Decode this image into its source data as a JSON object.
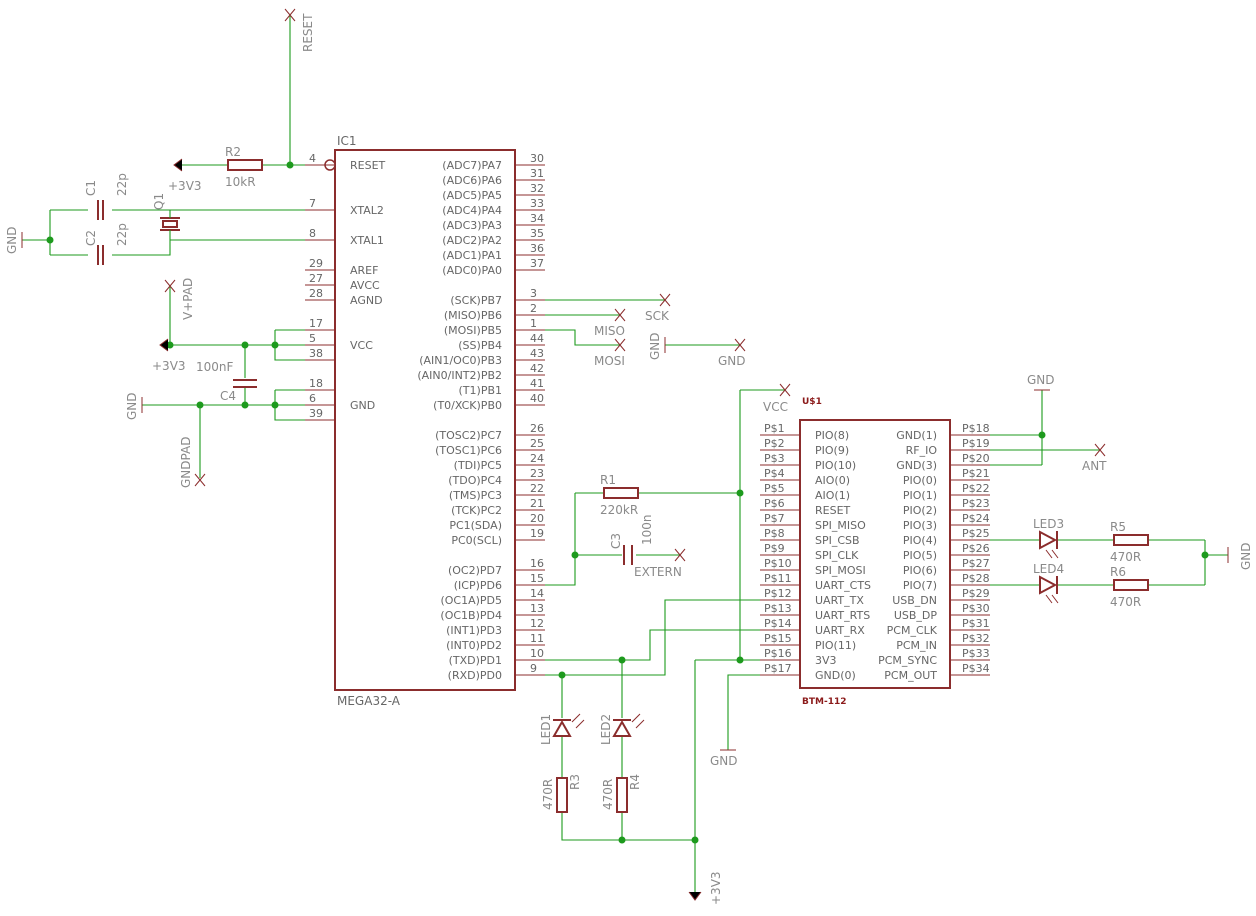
{
  "ic1": {
    "ref": "IC1",
    "value": "MEGA32-A",
    "left_pins": [
      {
        "num": "4",
        "name": "RESET"
      },
      {
        "num": "7",
        "name": "XTAL2"
      },
      {
        "num": "8",
        "name": "XTAL1"
      },
      {
        "num": "29",
        "name": "AREF"
      },
      {
        "num": "27",
        "name": "AVCC"
      },
      {
        "num": "28",
        "name": "AGND"
      },
      {
        "num": "17",
        "name": ""
      },
      {
        "num": "5",
        "name": "VCC"
      },
      {
        "num": "38",
        "name": ""
      },
      {
        "num": "18",
        "name": ""
      },
      {
        "num": "6",
        "name": "GND"
      },
      {
        "num": "39",
        "name": ""
      }
    ],
    "right_pins": [
      {
        "num": "30",
        "name": "(ADC7)PA7"
      },
      {
        "num": "31",
        "name": "(ADC6)PA6"
      },
      {
        "num": "32",
        "name": "(ADC5)PA5"
      },
      {
        "num": "33",
        "name": "(ADC4)PA4"
      },
      {
        "num": "34",
        "name": "(ADC3)PA3"
      },
      {
        "num": "35",
        "name": "(ADC2)PA2"
      },
      {
        "num": "36",
        "name": "(ADC1)PA1"
      },
      {
        "num": "37",
        "name": "(ADC0)PA0"
      },
      {
        "num": "3",
        "name": "(SCK)PB7"
      },
      {
        "num": "2",
        "name": "(MISO)PB6"
      },
      {
        "num": "1",
        "name": "(MOSI)PB5"
      },
      {
        "num": "44",
        "name": "(SS)PB4"
      },
      {
        "num": "43",
        "name": "(AIN1/OC0)PB3"
      },
      {
        "num": "42",
        "name": "(AIN0/INT2)PB2"
      },
      {
        "num": "41",
        "name": "(T1)PB1"
      },
      {
        "num": "40",
        "name": "(T0/XCK)PB0"
      },
      {
        "num": "26",
        "name": "(TOSC2)PC7"
      },
      {
        "num": "25",
        "name": "(TOSC1)PC6"
      },
      {
        "num": "24",
        "name": "(TDI)PC5"
      },
      {
        "num": "23",
        "name": "(TDO)PC4"
      },
      {
        "num": "22",
        "name": "(TMS)PC3"
      },
      {
        "num": "21",
        "name": "(TCK)PC2"
      },
      {
        "num": "20",
        "name": "PC1(SDA)"
      },
      {
        "num": "19",
        "name": "PC0(SCL)"
      },
      {
        "num": "16",
        "name": "(OC2)PD7"
      },
      {
        "num": "15",
        "name": "(ICP)PD6"
      },
      {
        "num": "14",
        "name": "(OC1A)PD5"
      },
      {
        "num": "13",
        "name": "(OC1B)PD4"
      },
      {
        "num": "12",
        "name": "(INT1)PD3"
      },
      {
        "num": "11",
        "name": "(INT0)PD2"
      },
      {
        "num": "10",
        "name": "(TXD)PD1"
      },
      {
        "num": "9",
        "name": "(RXD)PD0"
      }
    ]
  },
  "u1": {
    "ref": "U$1",
    "value": "BTM-112",
    "left_pins": [
      {
        "pad": "P$1",
        "name": "PIO(8)"
      },
      {
        "pad": "P$2",
        "name": "PIO(9)"
      },
      {
        "pad": "P$3",
        "name": "PIO(10)"
      },
      {
        "pad": "P$4",
        "name": "AIO(0)"
      },
      {
        "pad": "P$5",
        "name": "AIO(1)"
      },
      {
        "pad": "P$6",
        "name": "RESET"
      },
      {
        "pad": "P$7",
        "name": "SPI_MISO"
      },
      {
        "pad": "P$8",
        "name": "SPI_CSB"
      },
      {
        "pad": "P$9",
        "name": "SPI_CLK"
      },
      {
        "pad": "P$10",
        "name": "SPI_MOSI"
      },
      {
        "pad": "P$11",
        "name": "UART_CTS"
      },
      {
        "pad": "P$12",
        "name": "UART_TX"
      },
      {
        "pad": "P$13",
        "name": "UART_RTS"
      },
      {
        "pad": "P$14",
        "name": "UART_RX"
      },
      {
        "pad": "P$15",
        "name": "PIO(11)"
      },
      {
        "pad": "P$16",
        "name": "3V3"
      },
      {
        "pad": "P$17",
        "name": "GND(0)"
      }
    ],
    "right_pins": [
      {
        "pad": "P$18",
        "name": "GND(1)"
      },
      {
        "pad": "P$19",
        "name": "RF_IO"
      },
      {
        "pad": "P$20",
        "name": "GND(3)"
      },
      {
        "pad": "P$21",
        "name": "PIO(0)"
      },
      {
        "pad": "P$22",
        "name": "PIO(1)"
      },
      {
        "pad": "P$23",
        "name": "PIO(2)"
      },
      {
        "pad": "P$24",
        "name": "PIO(3)"
      },
      {
        "pad": "P$25",
        "name": "PIO(4)"
      },
      {
        "pad": "P$26",
        "name": "PIO(5)"
      },
      {
        "pad": "P$27",
        "name": "PIO(6)"
      },
      {
        "pad": "P$28",
        "name": "PIO(7)"
      },
      {
        "pad": "P$29",
        "name": "USB_DN"
      },
      {
        "pad": "P$30",
        "name": "USB_DP"
      },
      {
        "pad": "P$31",
        "name": "PCM_CLK"
      },
      {
        "pad": "P$32",
        "name": "PCM_IN"
      },
      {
        "pad": "P$33",
        "name": "PCM_SYNC"
      },
      {
        "pad": "P$34",
        "name": "PCM_OUT"
      }
    ]
  },
  "parts": {
    "r2": {
      "ref": "R2",
      "value": "10kR"
    },
    "c1": {
      "ref": "C1",
      "value": "22p"
    },
    "c2": {
      "ref": "C2",
      "value": "22p"
    },
    "q1": {
      "ref": "Q1"
    },
    "c4": {
      "ref": "C4",
      "value": "100nF"
    },
    "r1": {
      "ref": "R1",
      "value": "220kR"
    },
    "c3": {
      "ref": "C3",
      "value": "100n"
    },
    "led1": {
      "ref": "LED1"
    },
    "led2": {
      "ref": "LED2"
    },
    "r3": {
      "ref": "R3",
      "value": "470R"
    },
    "r4": {
      "ref": "R4",
      "value": "470R"
    },
    "led3": {
      "ref": "LED3"
    },
    "led4": {
      "ref": "LED4"
    },
    "r5": {
      "ref": "R5",
      "value": "470R"
    },
    "r6": {
      "ref": "R6",
      "value": "470R"
    }
  },
  "nets": {
    "reset": "RESET",
    "v3_top": "+3V3",
    "gnd_xtal": "GND",
    "vpad": "V+PAD",
    "v3_vcc": "+3V3",
    "gnd_c4": "GND",
    "gndpad": "GNDPAD",
    "sck": "SCK",
    "miso": "MISO",
    "mosi": "MOSI",
    "gnd_mid": "GND",
    "gnd_mid2": "GND",
    "vcc": "VCC",
    "gnd_btm_top": "GND",
    "ant": "ANT",
    "gnd_right": "GND",
    "extern": "EXTERN",
    "gnd_bottom": "GND",
    "v3_bottom": "+3V3"
  }
}
